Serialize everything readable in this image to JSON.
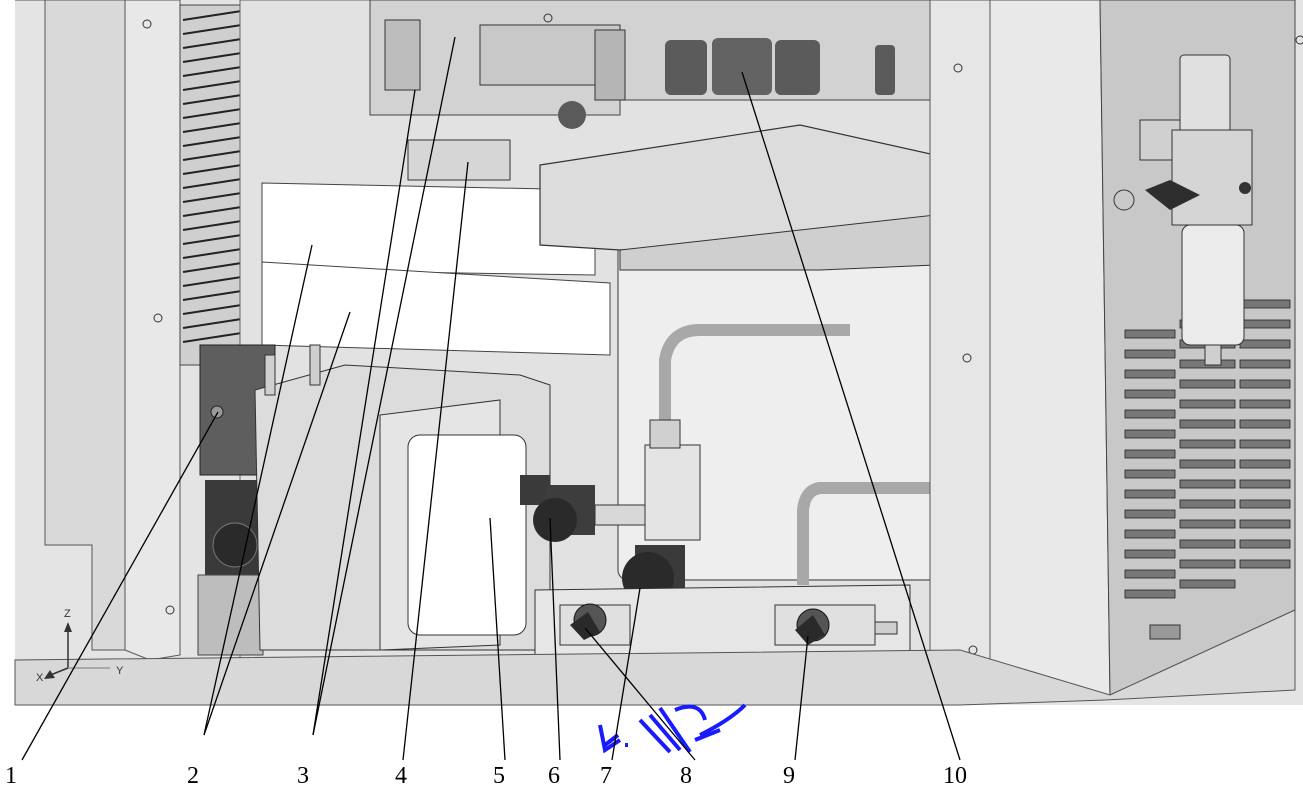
{
  "callouts": [
    "1",
    "2",
    "3",
    "4",
    "5",
    "6",
    "7",
    "8",
    "9",
    "10"
  ],
  "axis": {
    "z": "Z",
    "x": "X",
    "y": "Y"
  },
  "colors": {
    "machine_bg": "#e6e6e6",
    "panel": "#d0d0d0",
    "dark_part": "#3d3d3d",
    "leader": "#000000",
    "scribble": "#1a1aff"
  }
}
